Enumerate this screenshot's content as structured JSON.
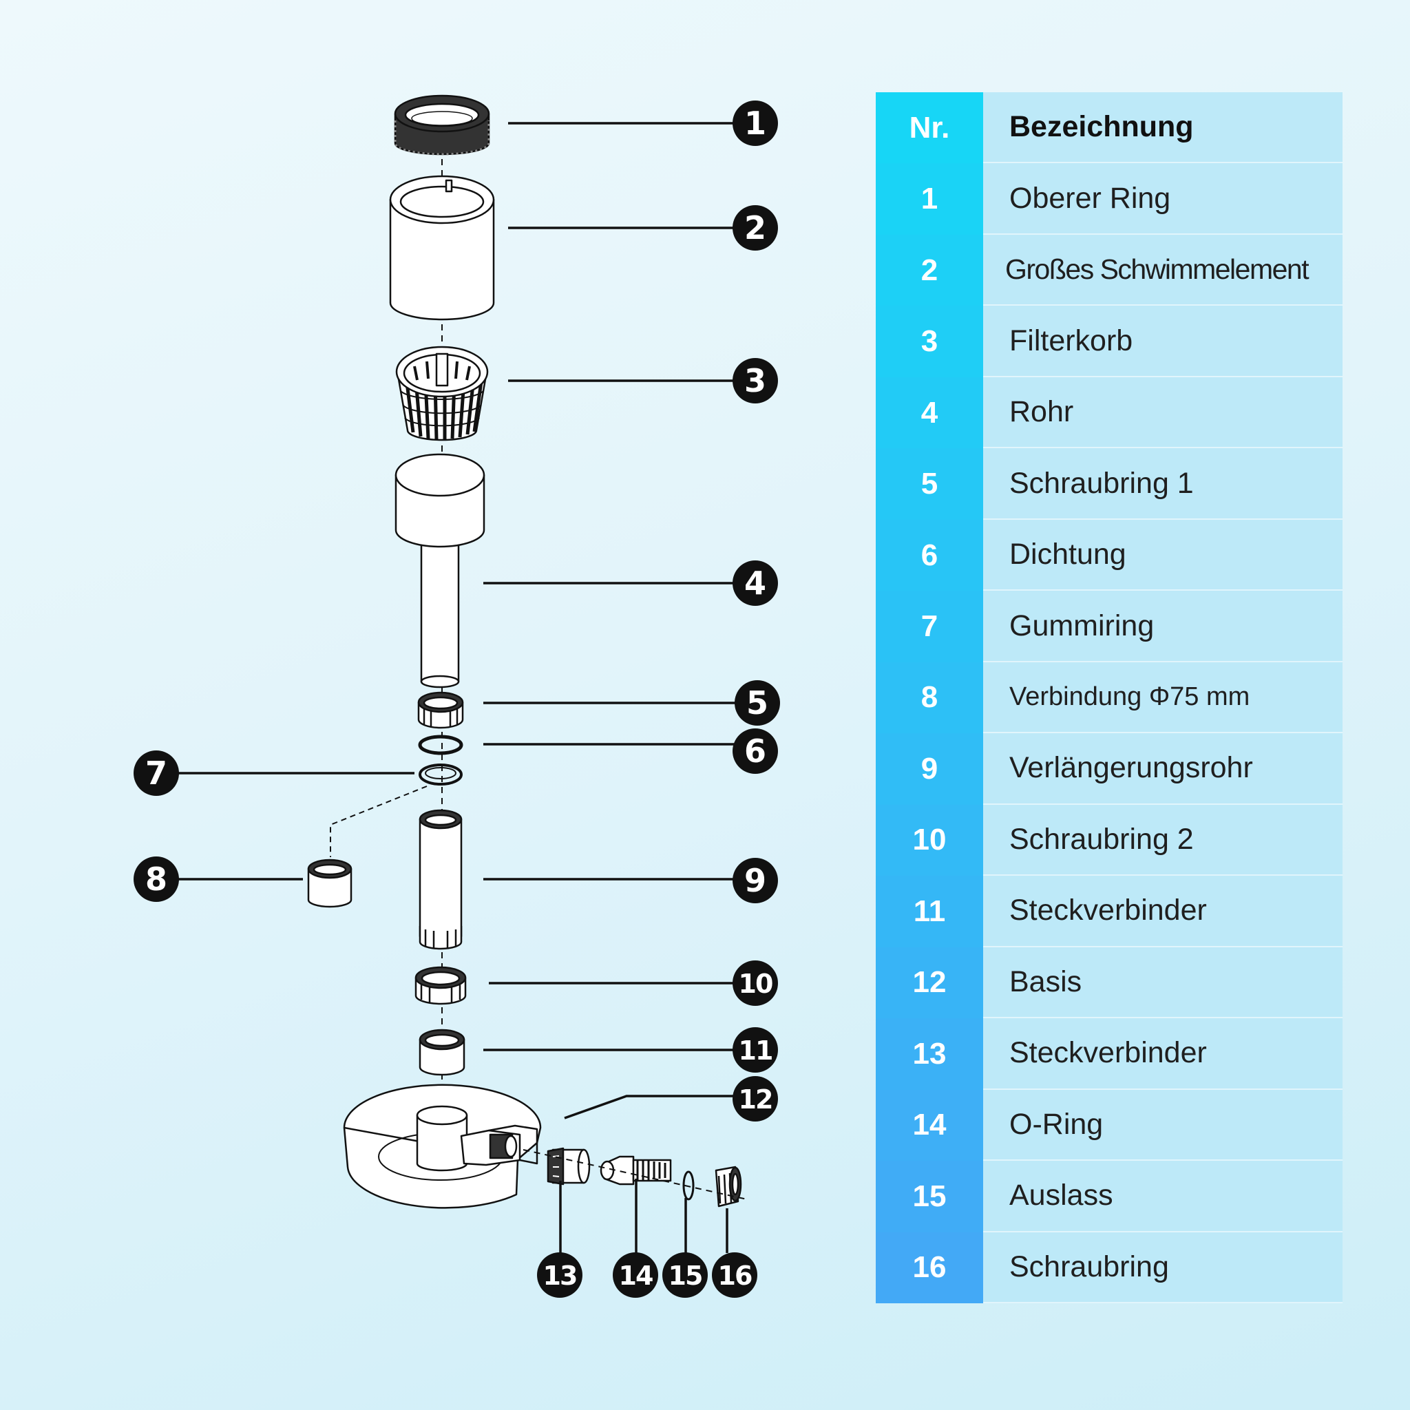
{
  "colors": {
    "nr_top": "#17d6f6",
    "nr_bottom": "#43a9f6",
    "row_bg": "#bde9f8",
    "ink": "#111111"
  },
  "table": {
    "header": {
      "nr": "Nr.",
      "name": "Bezeichnung"
    },
    "rows": [
      {
        "nr": "1",
        "name": "Oberer Ring"
      },
      {
        "nr": "2",
        "name": "Großes Schwimmelement"
      },
      {
        "nr": "3",
        "name": "Filterkorb"
      },
      {
        "nr": "4",
        "name": "Rohr"
      },
      {
        "nr": "5",
        "name": "Schraubring 1"
      },
      {
        "nr": "6",
        "name": "Dichtung"
      },
      {
        "nr": "7",
        "name": "Gummiring"
      },
      {
        "nr": "8",
        "name": "Verbindung Φ75 mm"
      },
      {
        "nr": "9",
        "name": "Verlängerungsrohr"
      },
      {
        "nr": "10",
        "name": "Schraubring 2"
      },
      {
        "nr": "11",
        "name": "Steckverbinder"
      },
      {
        "nr": "12",
        "name": "Basis"
      },
      {
        "nr": "13",
        "name": "Steckverbinder"
      },
      {
        "nr": "14",
        "name": "O-Ring"
      },
      {
        "nr": "15",
        "name": "Auslass"
      },
      {
        "nr": "16",
        "name": "Schraubring"
      }
    ]
  },
  "callouts": [
    "1",
    "2",
    "3",
    "4",
    "5",
    "6",
    "7",
    "8",
    "9",
    "10",
    "11",
    "12",
    "13",
    "14",
    "15",
    "16"
  ]
}
